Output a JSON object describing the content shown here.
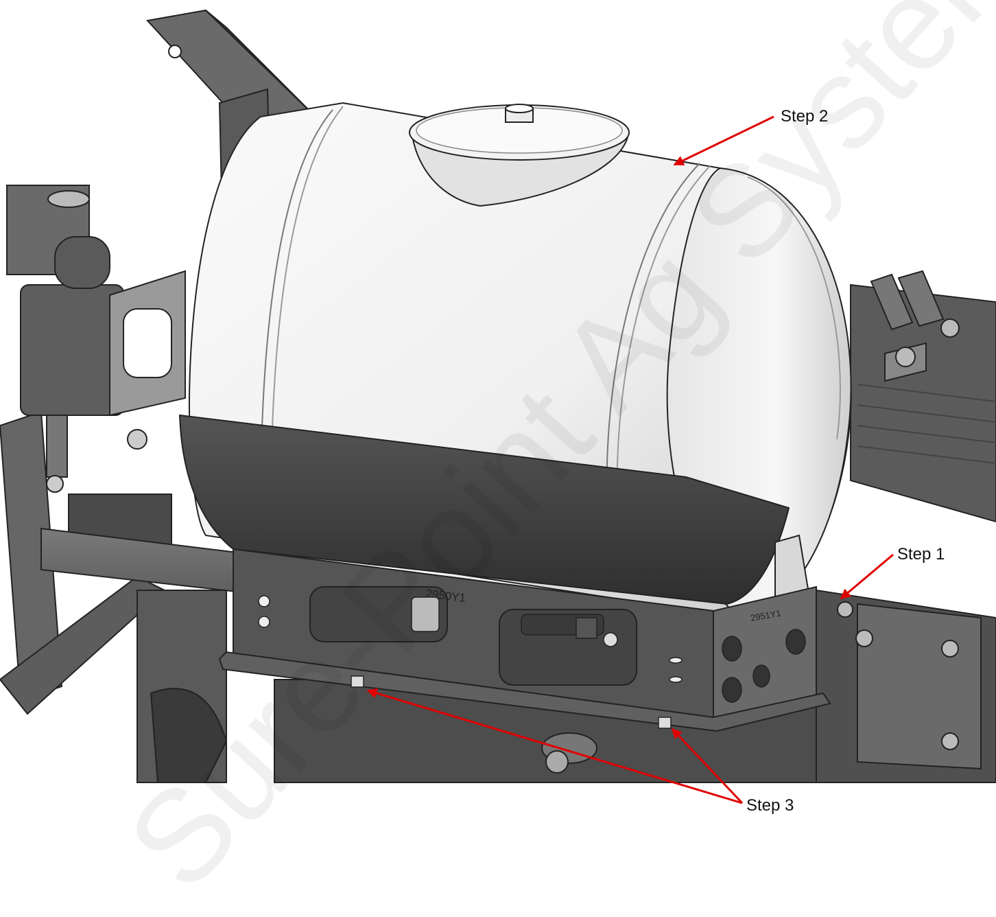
{
  "figure": {
    "tank_part_number": "2950Y1",
    "bracket_part_number": "2951Y1"
  },
  "callouts": [
    {
      "id": "step2",
      "label": "Step 2"
    },
    {
      "id": "step1",
      "label": "Step 1"
    },
    {
      "id": "step3",
      "label": "Step 3"
    }
  ],
  "watermark": "Sure-Point Ag Systems",
  "colors": {
    "arrow": "#e00000",
    "steel_dark": "#4a4a4a",
    "steel_mid": "#6e6e6e",
    "steel_light": "#9a9a9a",
    "tank": "#efefef",
    "shield": "#3a3a3a"
  }
}
